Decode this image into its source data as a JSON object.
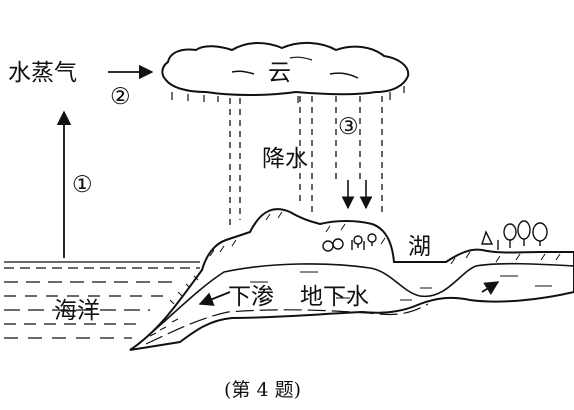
{
  "labels": {
    "water_vapor": "水蒸气",
    "cloud": "云",
    "precipitation": "降水",
    "lake": "湖",
    "ocean": "海洋",
    "infiltration": "下渗",
    "groundwater": "地下水",
    "step1": "①",
    "step2": "②",
    "step3": "③"
  },
  "caption": "(第 4 题)"
}
